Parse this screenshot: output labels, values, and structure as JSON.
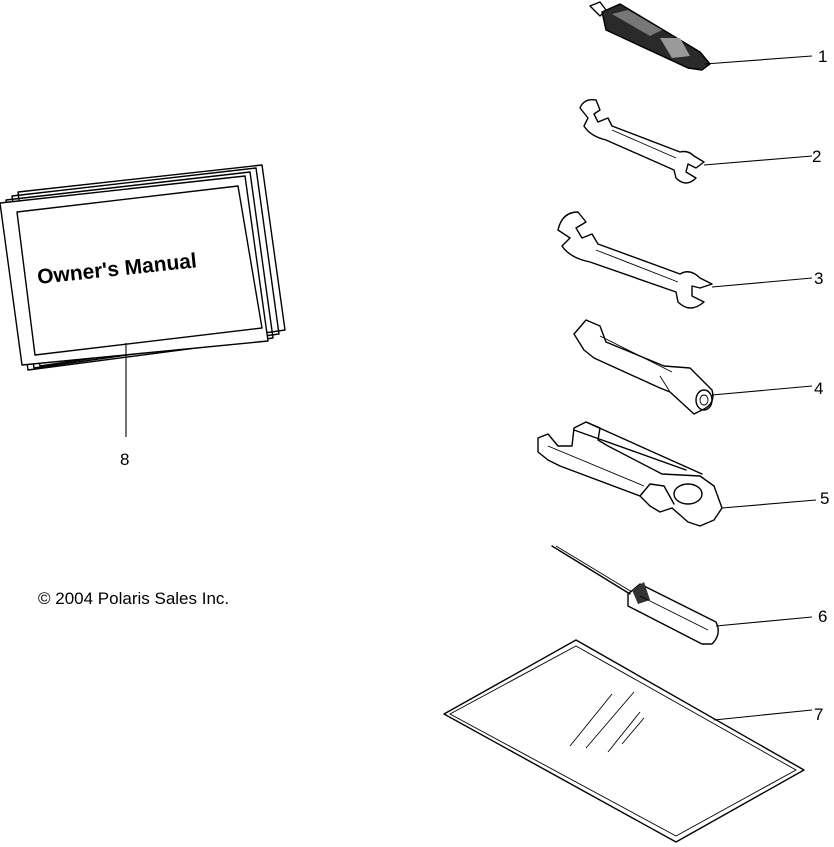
{
  "callouts": {
    "c1": "1",
    "c2": "2",
    "c3": "3",
    "c4": "4",
    "c5": "5",
    "c6": "6",
    "c7": "7",
    "c8": "8"
  },
  "manual": {
    "title": "Owner's Manual"
  },
  "copyright": "© 2004 Polaris Sales Inc."
}
